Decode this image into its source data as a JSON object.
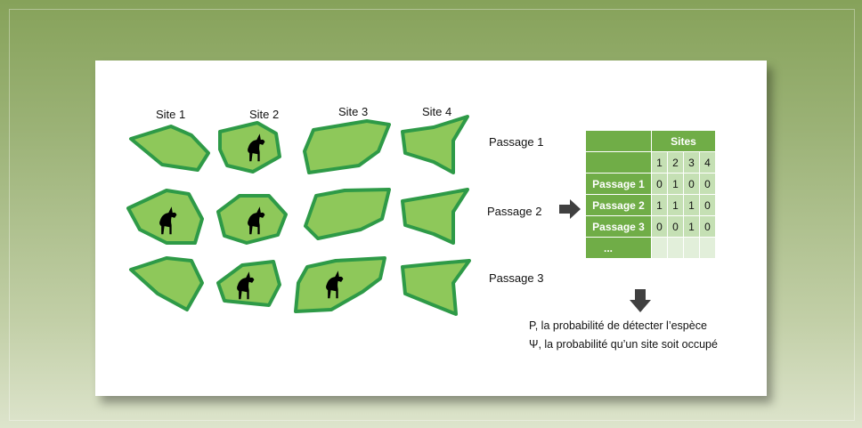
{
  "sites": [
    "Site 1",
    "Site 2",
    "Site 3",
    "Site 4"
  ],
  "passages": [
    "Passage 1",
    "Passage 2",
    "Passage 3"
  ],
  "table": {
    "header": "Sites",
    "columns": [
      "1",
      "2",
      "3",
      "4"
    ],
    "rows": [
      {
        "label": "Passage 1",
        "values": [
          "0",
          "1",
          "0",
          "0"
        ]
      },
      {
        "label": "Passage 2",
        "values": [
          "1",
          "1",
          "1",
          "0"
        ]
      },
      {
        "label": "Passage 3",
        "values": [
          "0",
          "0",
          "1",
          "0"
        ]
      },
      {
        "label": "...",
        "values": [
          "",
          "",
          "",
          ""
        ]
      }
    ]
  },
  "caption": {
    "line1": "P, la probabilité de détecter l’espèce",
    "line2": "Ψ, la probabilité qu’un site soit occupé"
  },
  "colors": {
    "patch_fill": "#8ec85a",
    "patch_stroke": "#2e9a47",
    "table_header": "#70ad47",
    "arrow": "#404040"
  }
}
